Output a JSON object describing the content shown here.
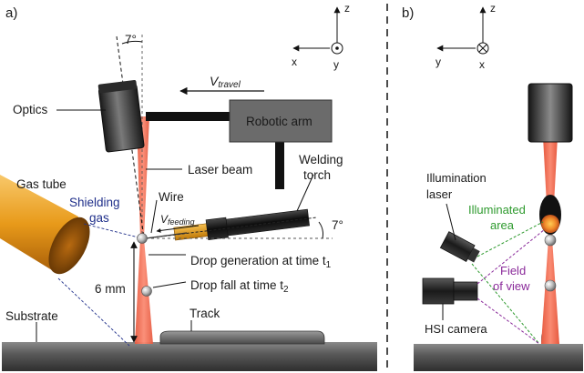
{
  "panels": {
    "a": "a)",
    "b": "b)"
  },
  "angle_labels": {
    "top": "7°",
    "torch": "7°"
  },
  "axes_a": {
    "z": "z",
    "x": "x",
    "y": "y",
    "y_symbol": "out-of-page-icon"
  },
  "axes_b": {
    "z": "z",
    "y": "y",
    "x": "x",
    "x_symbol": "into-page-icon"
  },
  "labels_a": {
    "optics": "Optics",
    "velocity_travel_symbol": "V",
    "velocity_travel_sub": "travel",
    "robotic_arm": "Robotic arm",
    "laser_beam": "Laser beam",
    "welding_line1": "Welding",
    "welding_line2": "torch",
    "gas_tube": "Gas tube",
    "shielding_line1": "Shielding",
    "shielding_line2": "gas",
    "wire": "Wire",
    "velocity_feeding_symbol": "V",
    "velocity_feeding_sub": "feeding",
    "drop_generation": "Drop generation at time t",
    "drop_generation_sub": "1",
    "drop_fall": "Drop fall at time t",
    "drop_fall_sub": "2",
    "distance": "6 mm",
    "substrate": "Substrate",
    "track": "Track"
  },
  "labels_b": {
    "illumination_line1": "Illumination",
    "illumination_line2": "laser",
    "illuminated_line1": "Illuminated",
    "illuminated_line2": "area",
    "field_line1": "Field",
    "field_line2": "of view",
    "hsi_camera": "HSI camera"
  },
  "colors": {
    "laser": "#f0705a",
    "shielding_text": "#1f2f8a",
    "illuminated_text": "#2e9a2e",
    "field_text": "#8a2a9a",
    "robot_box": "#6b6b6b",
    "gas_tube": "#f2a71e"
  }
}
